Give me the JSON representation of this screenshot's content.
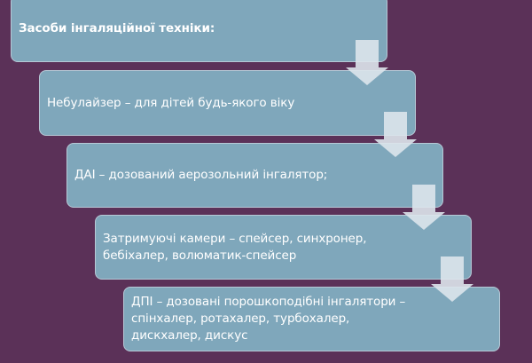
{
  "diagram": {
    "type": "staircase-process",
    "background_color": "#5b3158",
    "box_color": "#7fa7bb",
    "arrow_color": "#d9e2ea",
    "steps": [
      {
        "label": "Засоби інгаляційної техніки:"
      },
      {
        "label": "Небулайзер – для дітей будь-якого віку"
      },
      {
        "label": "ДАІ – дозований аерозольний інгалятор;"
      },
      {
        "label": "Затримуючі камери – спейсер, синхронер, бебіхалер, волюматик-спейсер"
      },
      {
        "label": "ДПІ – дозовані порошкоподібні інгалятори – спінхалер, ротахалер, турбохалер, дискхалер, дискус"
      }
    ]
  }
}
